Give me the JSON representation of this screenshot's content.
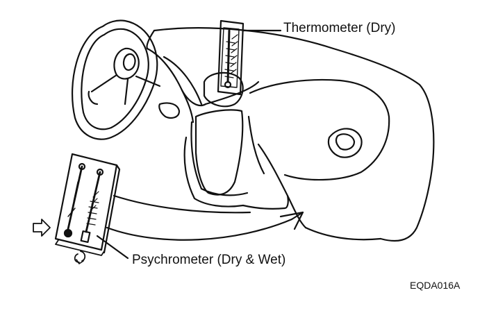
{
  "figure": {
    "code": "EQDA016A"
  },
  "labels": {
    "thermometer": "Thermometer (Dry)",
    "psychrometer": "Psychrometer (Dry & Wet)"
  },
  "colors": {
    "ink": "#111111",
    "background": "#ffffff"
  },
  "icons": {
    "pointer": "hollow-arrow-icon",
    "rotate": "rotation-arrow-icon",
    "move": "curved-arrow-icon"
  }
}
